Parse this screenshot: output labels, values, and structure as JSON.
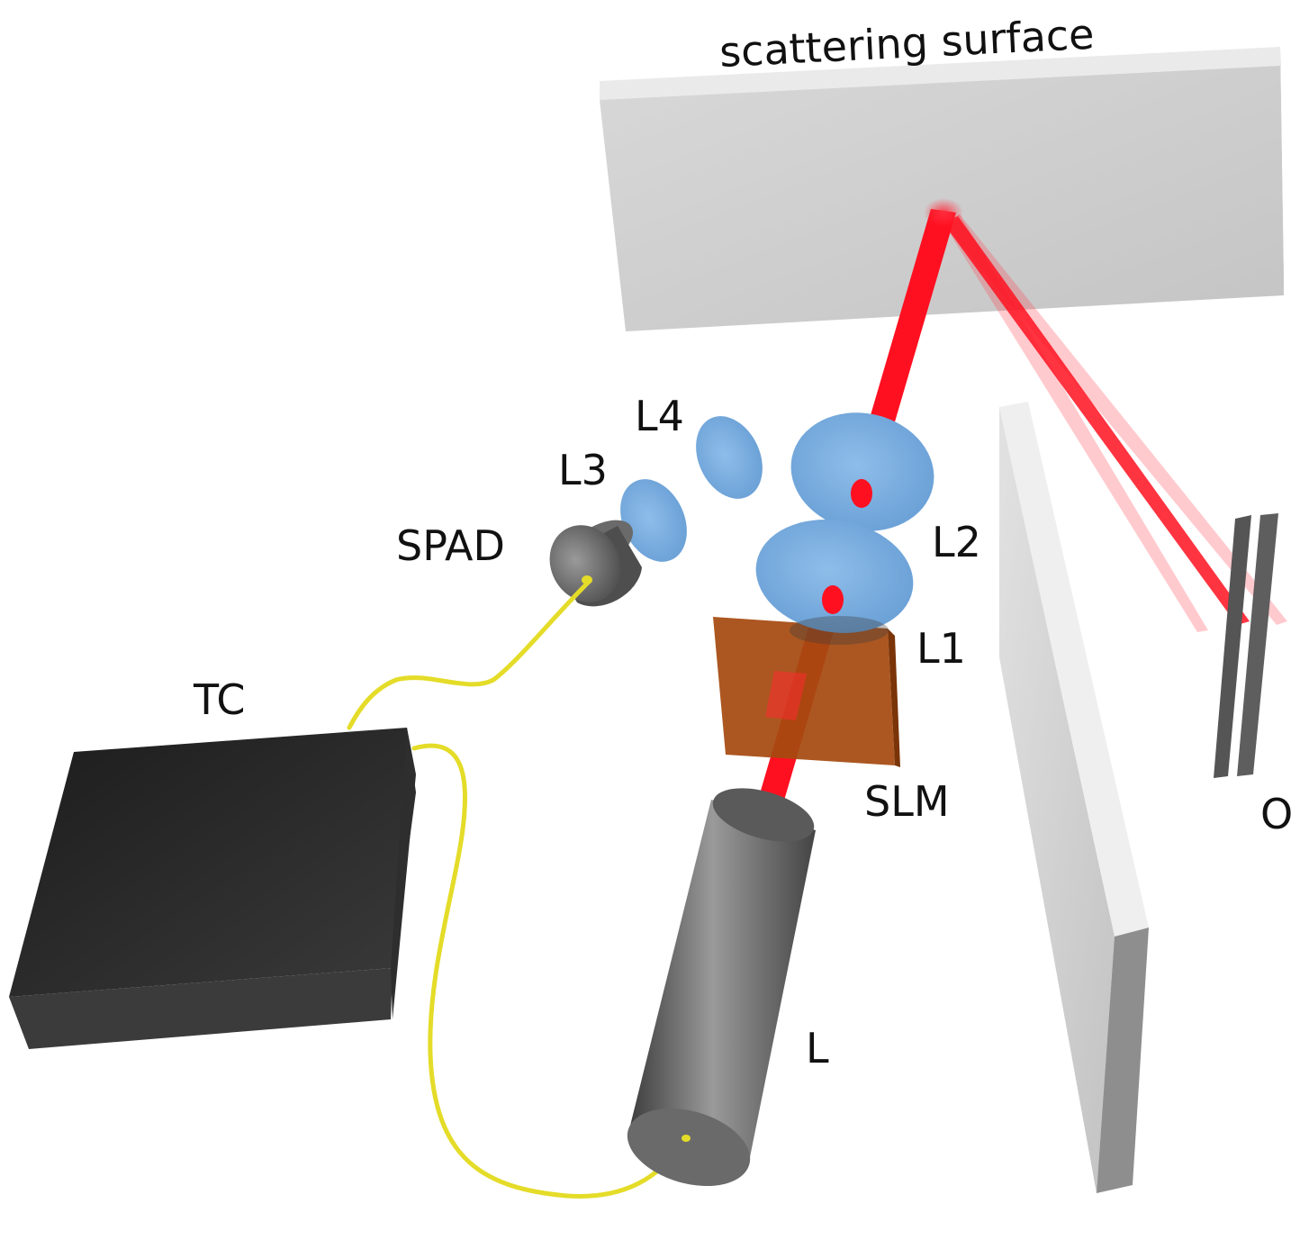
{
  "labels": {
    "scattering_surface": "scattering surface",
    "l4": "L4",
    "l3": "L3",
    "spad": "SPAD",
    "l2": "L2",
    "l1": "L1",
    "tc": "TC",
    "slm": "SLM",
    "o": "O",
    "l": "L"
  },
  "colors": {
    "laser_beam": "#ff1020",
    "lens": "#7fb0e0",
    "fiber": "#e4dc28",
    "slm": "#a64a10",
    "tc_box": "#2a2a2a",
    "wall": "#cfcfcf",
    "laser_body": "#6e6e6e"
  }
}
